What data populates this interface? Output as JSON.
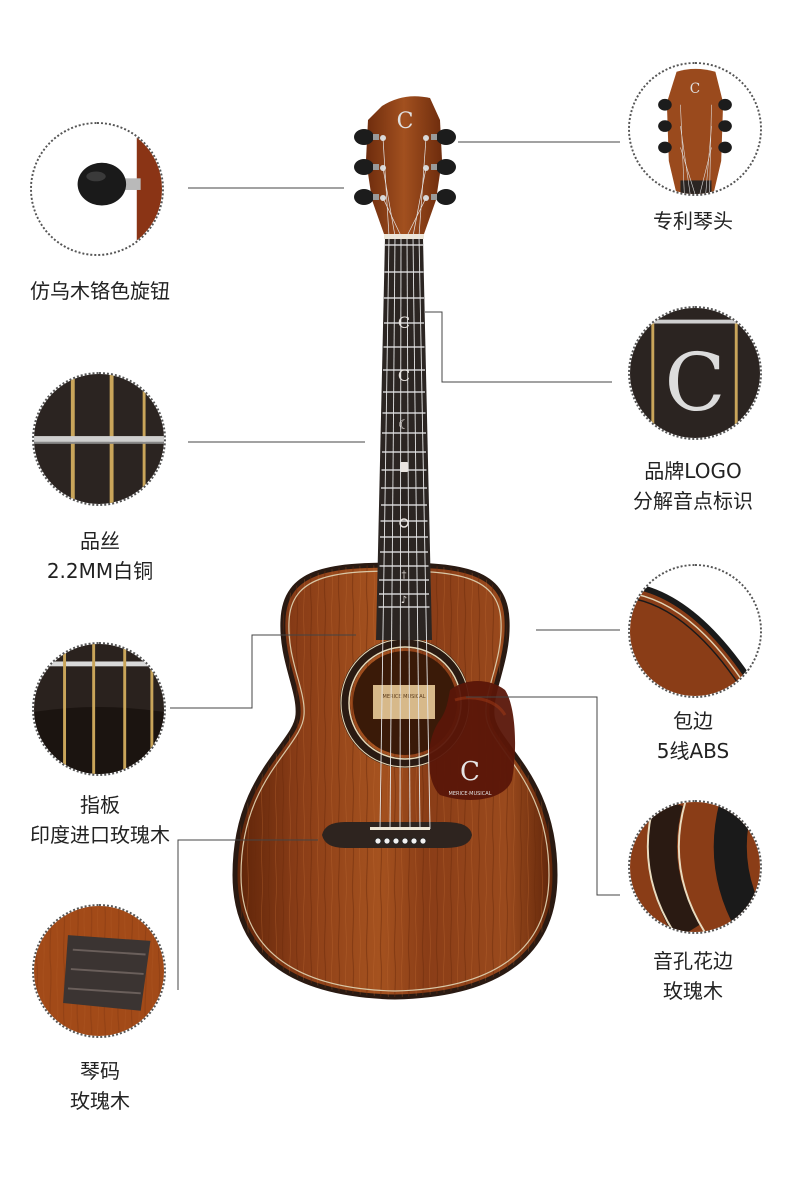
{
  "callouts": {
    "tuner": {
      "line1": "仿乌木铬色旋钮",
      "line2": ""
    },
    "frets": {
      "line1": "品丝",
      "line2": "2.2MM白铜"
    },
    "fingerboard": {
      "line1": "指板",
      "line2": "印度进口玫瑰木"
    },
    "bridge": {
      "line1": "琴码",
      "line2": "玫瑰木"
    },
    "headstock": {
      "line1": "专利琴头",
      "line2": ""
    },
    "logo": {
      "line1": "品牌LOGO",
      "line2": "分解音点标识"
    },
    "binding": {
      "line1": "包边",
      "line2": "5线ABS"
    },
    "rosette": {
      "line1": "音孔花边",
      "line2": "玫瑰木"
    }
  },
  "soundhole_label": "MERICE MUSICAL",
  "pickguard_text": "MERICE·MUSICAL",
  "colors": {
    "wood": "#8a3d17",
    "wood_dark": "#5e2409",
    "wood_light": "#b4622c",
    "fingerboard": "#2b2522",
    "leader_line": "#444444",
    "pickguard": "#5a1608"
  },
  "icons": {
    "brand_logo": "c-logo-icon"
  }
}
